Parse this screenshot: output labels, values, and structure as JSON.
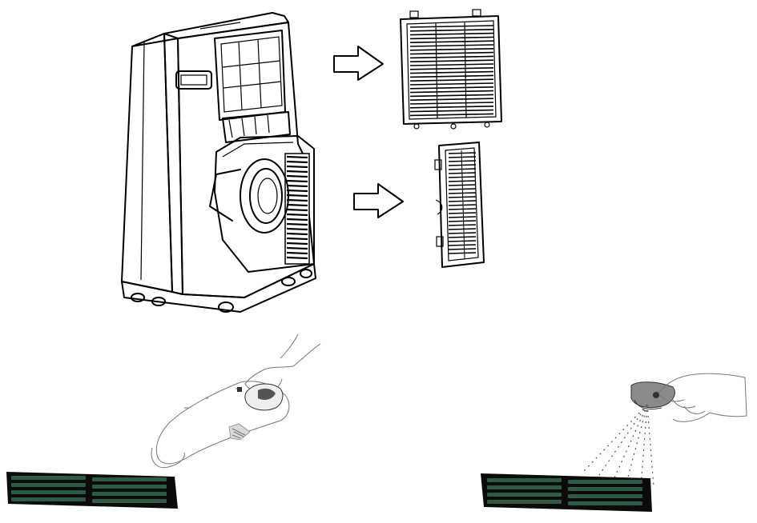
{
  "figure": {
    "background": "#ffffff",
    "line_color": "#000000",
    "filter_grille_color": "#2e5a46",
    "spray_bottle_color": "#8a8a8a"
  },
  "illustrations": [
    {
      "name": "portable-air-conditioner",
      "icon": "air-conditioner-unit"
    },
    {
      "name": "arrow-to-upper-filter",
      "icon": "outline-arrow-right"
    },
    {
      "name": "arrow-to-lower-filter",
      "icon": "outline-arrow-right"
    },
    {
      "name": "upper-air-filter",
      "icon": "grille-filter"
    },
    {
      "name": "lower-air-filter",
      "icon": "grille-filter-narrow"
    },
    {
      "name": "vacuum-cleaning-step",
      "icon": "hand-vacuum"
    },
    {
      "name": "spray-cleaning-step",
      "icon": "spray-bottle"
    }
  ]
}
